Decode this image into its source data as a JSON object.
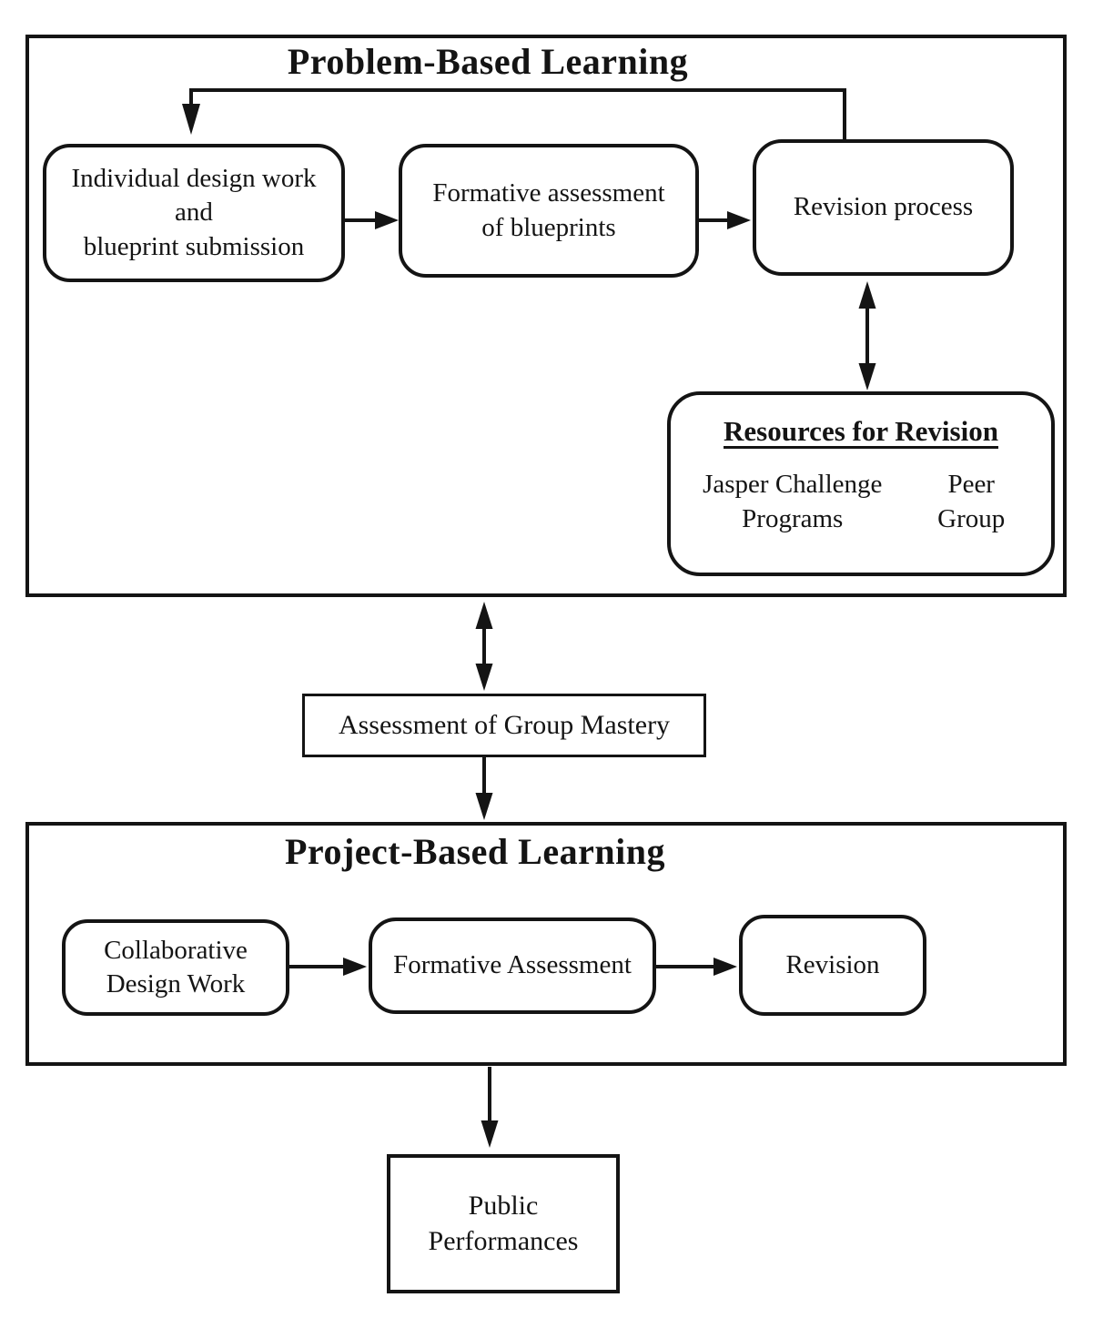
{
  "diagram": {
    "pbl": {
      "title": "Problem-Based Learning",
      "individual": "Individual design work\nand\nblueprint submission",
      "formative": "Formative assessment\nof blueprints",
      "revision": "Revision process",
      "resources": {
        "title": "Resources for Revision",
        "jasper": "Jasper Challenge\nPrograms",
        "peer": "Peer\nGroup"
      }
    },
    "assessment": "Assessment of Group Mastery",
    "pjbl": {
      "title": "Project-Based Learning",
      "collaborative": "Collaborative\nDesign Work",
      "formative": "Formative Assessment",
      "revision": "Revision"
    },
    "public": "Public\nPerformances"
  },
  "colors": {
    "ink": "#141414",
    "paper": "#ffffff"
  }
}
